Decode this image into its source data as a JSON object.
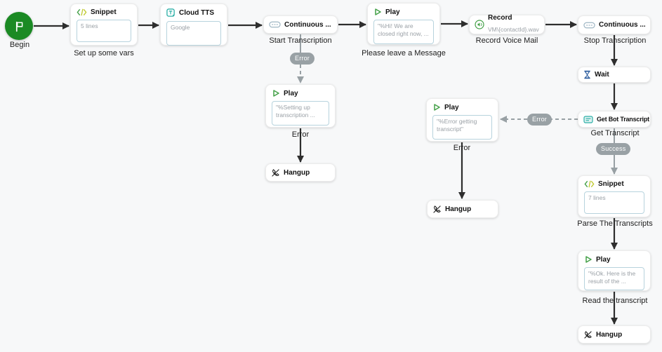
{
  "flow": {
    "begin": {
      "label": "Begin"
    },
    "snippet_vars": {
      "title": "Snippet",
      "body": "5 lines",
      "caption": "Set up some vars"
    },
    "cloud_tts": {
      "title": "Cloud TTS",
      "body": "Google"
    },
    "continuous_start": {
      "title": "Continuous ...",
      "caption": "Start Transcription"
    },
    "play_closed": {
      "title": "Play",
      "body": "\"%Hi! We are closed right now, ...",
      "caption": "Please leave a Message"
    },
    "record_vm": {
      "title": "Record",
      "subtitle": "VM\\{contactId}.wav",
      "caption": "Record Voice Mail"
    },
    "continuous_stop": {
      "title": "Continuous ...",
      "caption": "Stop Transcription"
    },
    "wait": {
      "title": "Wait"
    },
    "get_bot_transcript": {
      "title": "Get Bot Transcript",
      "caption": "Get Transcript"
    },
    "snippet_parse": {
      "title": "Snippet",
      "body": "7 lines",
      "caption": "Parse The Transcripts"
    },
    "play_result": {
      "title": "Play",
      "body": "\"%Ok. Here is the result of the ...",
      "caption": "Read the transcript"
    },
    "hangup_final": {
      "title": "Hangup"
    },
    "play_setup_error": {
      "title": "Play",
      "body": "\"%Setting up transcription ...",
      "caption": "Error"
    },
    "hangup_setup_error": {
      "title": "Hangup"
    },
    "play_transcript_error": {
      "title": "Play",
      "body": "\"%Error getting transcript\"",
      "caption": "Error"
    },
    "hangup_transcript_error": {
      "title": "Hangup"
    }
  },
  "connector_labels": {
    "error_start": "Error",
    "error_transcript": "Error",
    "success": "Success"
  },
  "colors": {
    "begin_green": "#1b8a24",
    "play_green": "#43a047",
    "snippet_green": "#43a047",
    "snippet_yellow": "#c0ca33",
    "teal": "#2bafa6",
    "wait_blue": "#2d5d9e",
    "badge_gray": "#99a1a5",
    "arrow_black": "#2e2e2e",
    "dashed_gray": "#98a0a4",
    "canvas_bg": "#f7f8f9"
  }
}
